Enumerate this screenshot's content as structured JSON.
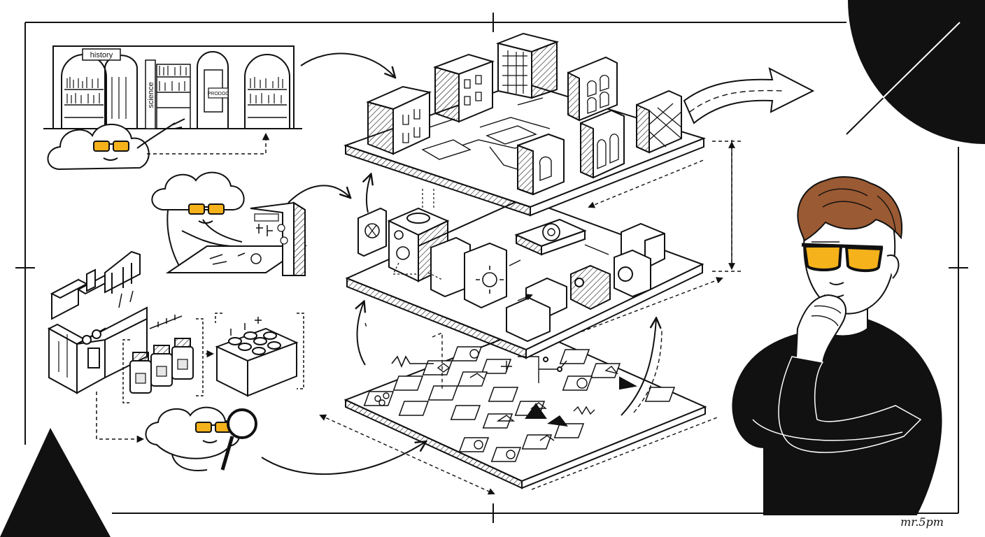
{
  "library": {
    "sign_history": "history",
    "spine_science": "science",
    "door_sign": "PRODOC"
  },
  "signature": "mr.5pm",
  "colors": {
    "ink": "#111111",
    "paper": "#ffffff",
    "accent_lens": "#f5b21a",
    "shade": "#e6e6e6"
  }
}
